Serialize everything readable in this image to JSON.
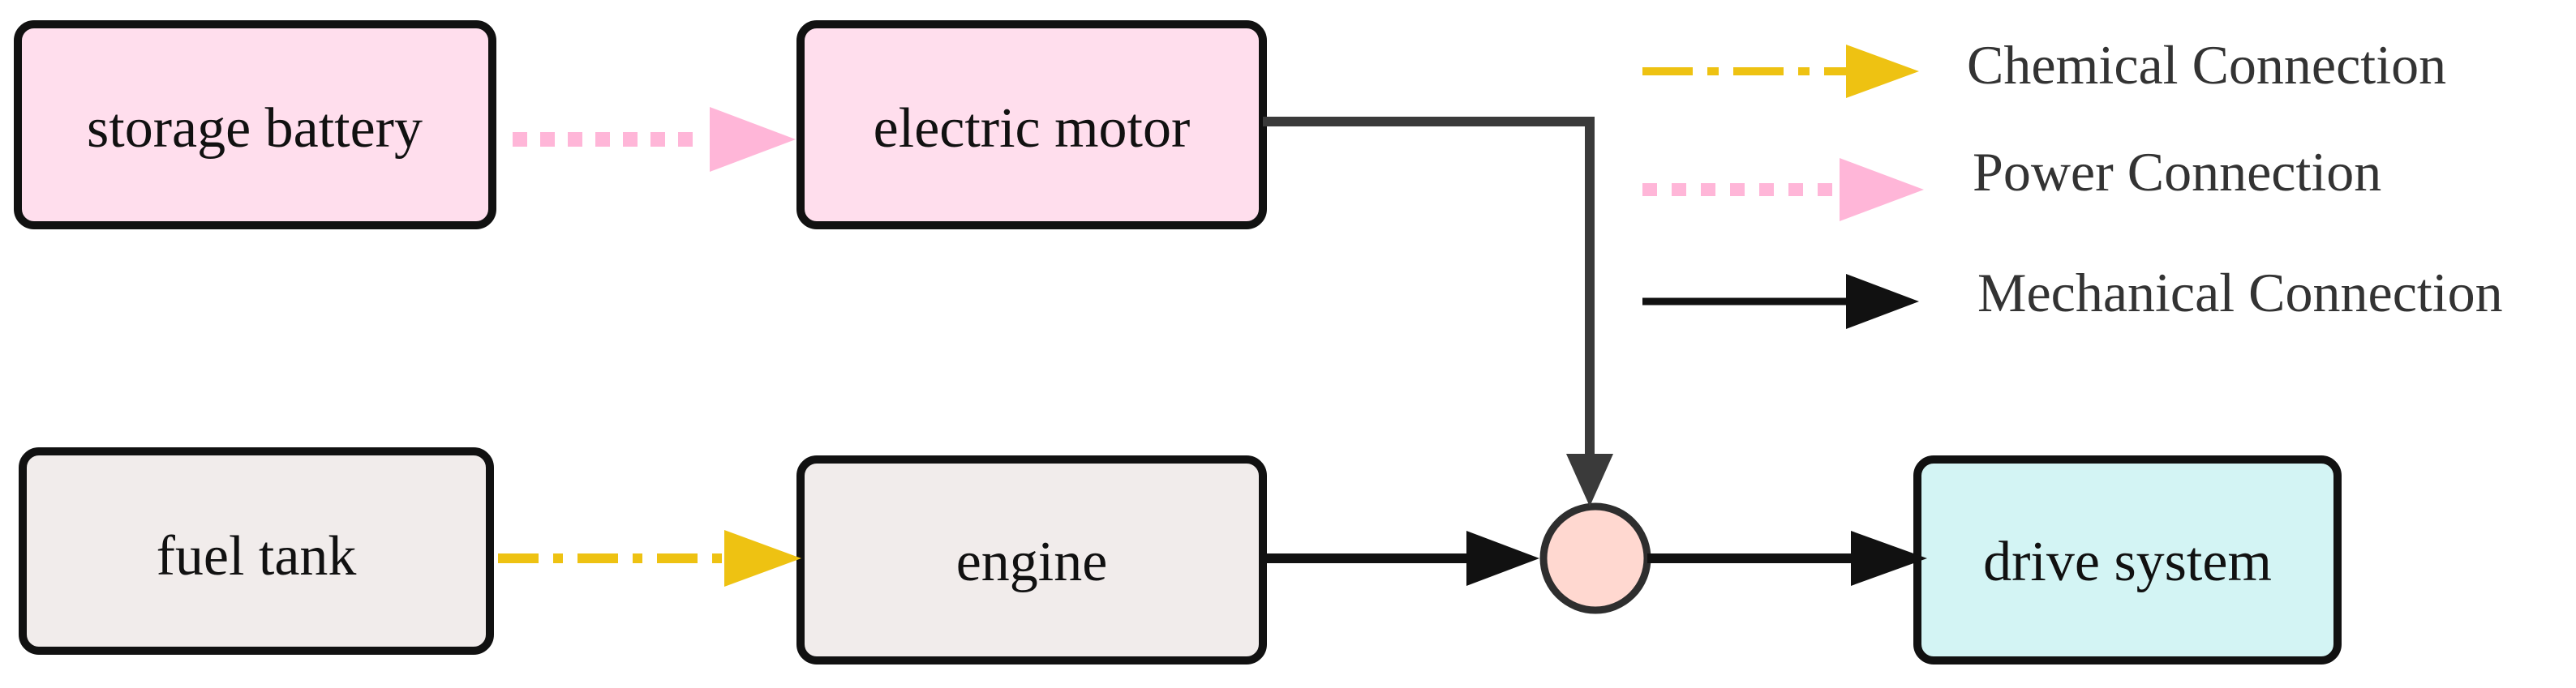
{
  "diagram": {
    "nodes": {
      "storage_battery": {
        "label": "storage battery",
        "color": "#ffdeed"
      },
      "electric_motor": {
        "label": "electric motor",
        "color": "#ffdeed"
      },
      "fuel_tank": {
        "label": "fuel tank",
        "color": "#f1eceb"
      },
      "engine": {
        "label": "engine",
        "color": "#f1eceb"
      },
      "drive_system": {
        "label": "drive system",
        "color": "#d3f4f4"
      },
      "junction": {
        "color": "#ffd8d0"
      }
    },
    "connections": [
      {
        "from": "storage battery",
        "to": "electric motor",
        "kind": "power"
      },
      {
        "from": "fuel tank",
        "to": "engine",
        "kind": "chemical"
      },
      {
        "from": "electric motor",
        "to": "junction",
        "kind": "mechanical"
      },
      {
        "from": "engine",
        "to": "junction",
        "kind": "mechanical"
      },
      {
        "from": "junction",
        "to": "drive system",
        "kind": "mechanical"
      }
    ],
    "legend": [
      {
        "label": "Chemical Connection",
        "color": "#eec212",
        "style": "dash-dot"
      },
      {
        "label": "Power Connection",
        "color": "#ffb6d8",
        "style": "dotted"
      },
      {
        "label": "Mechanical Connection",
        "color": "#111111",
        "style": "solid"
      }
    ]
  }
}
